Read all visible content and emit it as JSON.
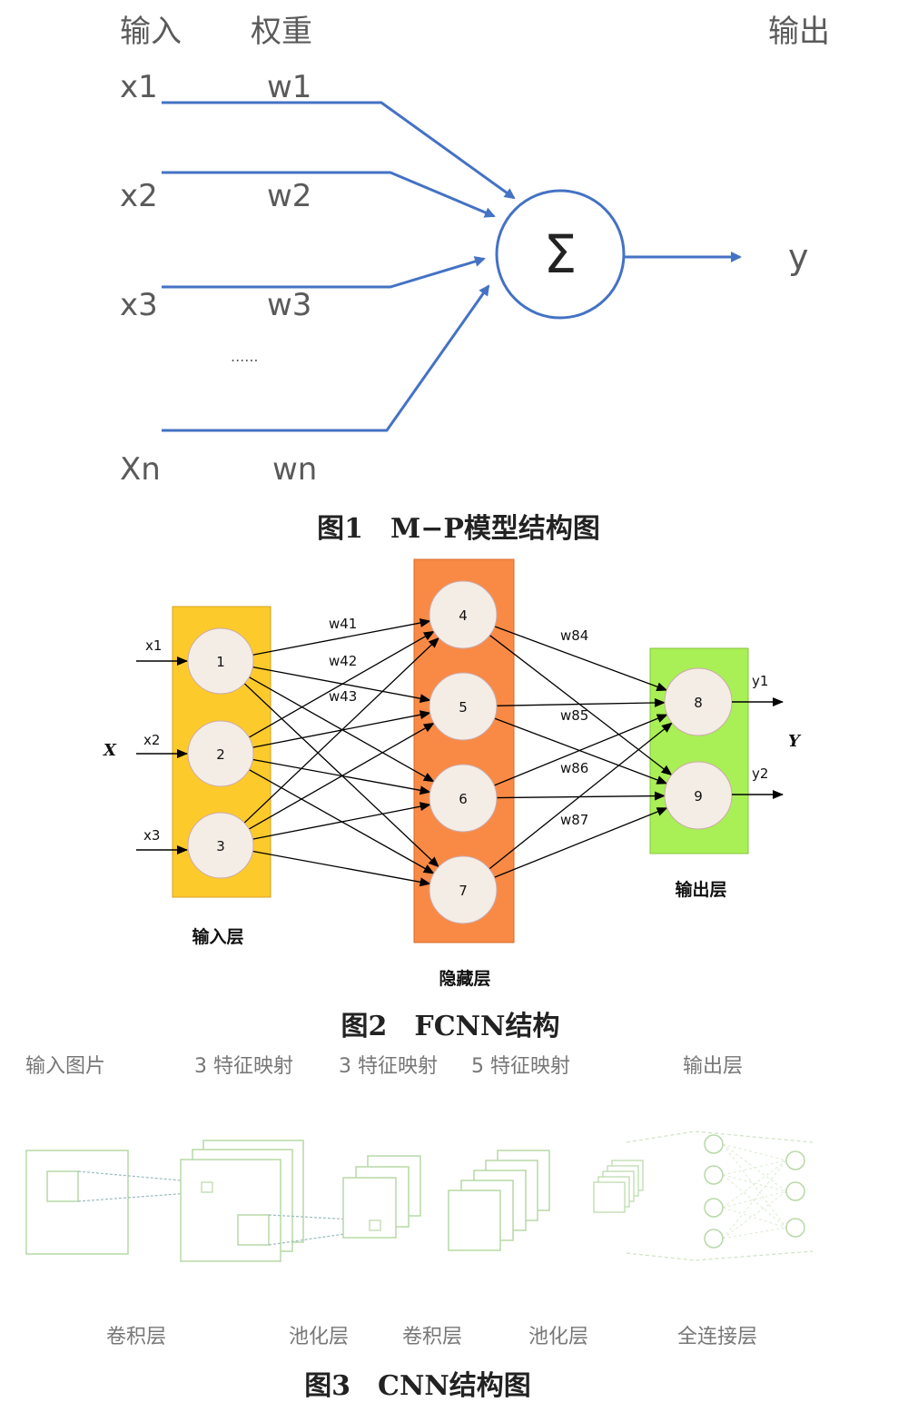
{
  "fig1": {
    "header_input": "输入",
    "header_weight": "权重",
    "header_output": "输出",
    "inputs": [
      "x1",
      "x2",
      "x3",
      "Xn"
    ],
    "weights": [
      "w1",
      "w2",
      "w3",
      "wn"
    ],
    "ellipsis": "......",
    "sum_symbol": "Σ",
    "output": "y",
    "caption": "图1　M−P模型结构图",
    "colors": {
      "arrow": "#4472c4",
      "text": "#5a5a5a"
    }
  },
  "fig2": {
    "input_labels": [
      "x1",
      "x2",
      "x3"
    ],
    "input_group": "X",
    "input_nodes": [
      "1",
      "2",
      "3"
    ],
    "hidden_nodes": [
      "4",
      "5",
      "6",
      "7"
    ],
    "output_nodes": [
      "8",
      "9"
    ],
    "output_labels": [
      "y1",
      "y2"
    ],
    "output_group": "Y",
    "weights_in": [
      "w41",
      "w42",
      "w43"
    ],
    "weights_out": [
      "w84",
      "w85",
      "w86",
      "w87"
    ],
    "layer_input": "输入层",
    "layer_hidden": "隐藏层",
    "layer_output": "输出层",
    "caption": "图2　FCNN结构",
    "colors": {
      "input_layer": "#fdca2c",
      "hidden_layer": "#f98a45",
      "output_layer": "#a9ef56",
      "node": "#f4ede6"
    }
  },
  "fig3": {
    "top_labels": [
      "输入图片",
      "3 特征映射",
      "3 特征映射",
      "5 特征映射",
      "输出层"
    ],
    "bottom_labels": [
      "卷积层",
      "池化层",
      "卷积层",
      "池化层",
      "全连接层"
    ],
    "caption": "图3　CNN结构图",
    "colors": {
      "shape": "#b7d9a6",
      "text": "#777777"
    }
  }
}
